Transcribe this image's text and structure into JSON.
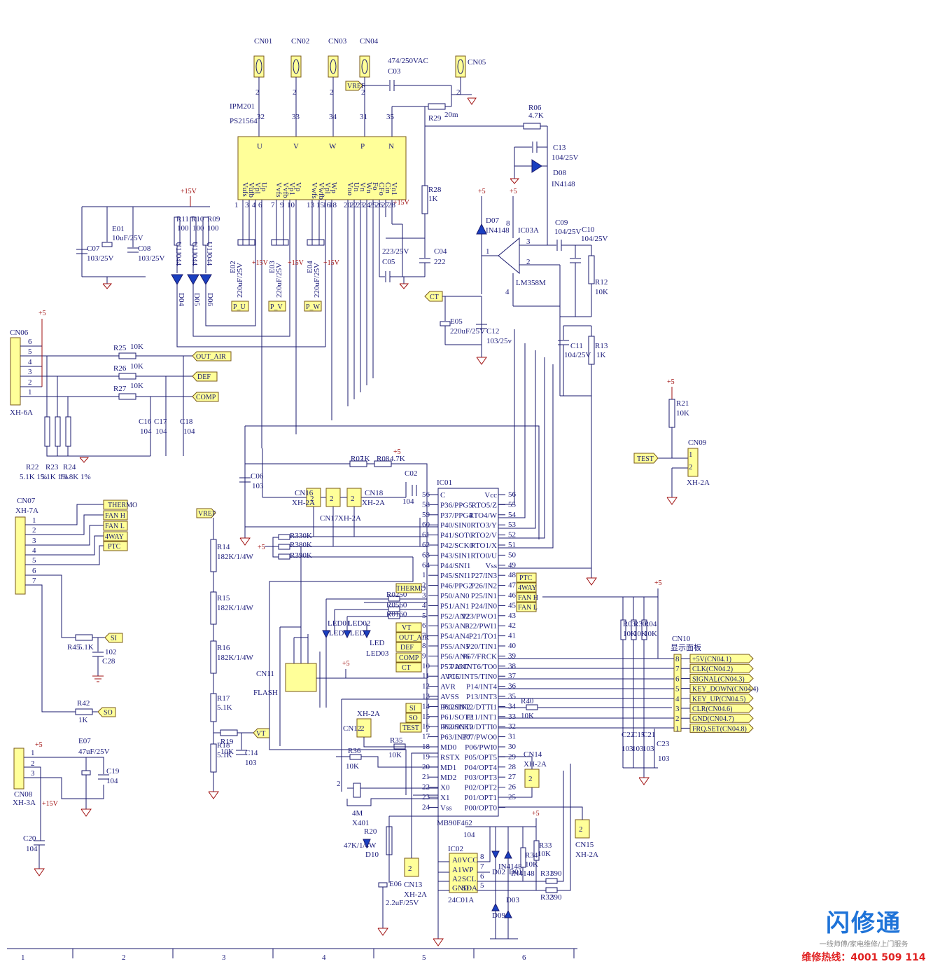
{
  "connectors_top": [
    "CN01",
    "CN02",
    "CN03",
    "CN04",
    "CN05"
  ],
  "cap_c03": {
    "ref": "C03",
    "value": "474/250VAC"
  },
  "ipm": {
    "ref": "IPM201",
    "part": "PS21564",
    "pins_top": [
      "U",
      "V",
      "W",
      "P",
      "N"
    ],
    "pin_numbers_top": [
      "32",
      "33",
      "34",
      "31",
      "35"
    ],
    "pins_bottom": [
      "Vufs",
      "Vufb",
      "Vpl",
      "Up",
      "Vvfs",
      "Vvfb",
      "Vp1",
      "Vp",
      "Vwfs",
      "Vwfb",
      "Vpl",
      "Wp",
      "Vno",
      "Un",
      "Vn",
      "Wn",
      "Fo",
      "CFo",
      "Cin",
      "Vn1"
    ],
    "pin_numbers_bottom": [
      "1",
      "3",
      "4",
      "6",
      "7",
      "9",
      "10",
      "13",
      "15",
      "16",
      "18",
      "20",
      "22",
      "23",
      "24",
      "25",
      "26",
      "27",
      "28",
      "29"
    ]
  },
  "labels": {
    "r29": "R29",
    "r29_val": "20m",
    "r06": "R06",
    "r06_val": "4.7K",
    "c13": "C13",
    "c13_val": "104/25V",
    "d08": "D08",
    "d08_val": "IN4148",
    "r28": "R28",
    "r28_val": "1K",
    "d07": "D07",
    "d07_val": "IN4148",
    "ic03a": "IC03A",
    "ic03a_part": "LM358M",
    "c09": "C09",
    "c09_val": "104/25V",
    "c10": "C10",
    "c10_val": "104/25V",
    "r12": "R12",
    "r12_val": "10K",
    "r13": "R13",
    "r13_val": "1K",
    "c11": "C11",
    "c11_val": "104/25V",
    "c12": "C12",
    "c12_val": "103/25v",
    "e05": "E05",
    "e05_val": "220uF/25V",
    "c04": "C04",
    "c04_val": "222",
    "c05": "C05",
    "c05_val": "223/25V",
    "e01": "E01",
    "e01_val": "10uF/25V",
    "c07": "C07",
    "c07_val": "103/25V",
    "c08": "C08",
    "c08_val": "103/25V",
    "r11": "R11",
    "r10": "R10",
    "r09": "R09",
    "r_val_100": "100",
    "u1j044": "U1J044",
    "d04": "D04",
    "d05": "D05",
    "d06": "D06",
    "e02": "E02",
    "e03": "E03",
    "e04": "E04",
    "e_val_220": "220uF/25V",
    "cn06": "CN06",
    "cn06_type": "XH-6A",
    "r25": "R25",
    "r26": "R26",
    "r27": "R27",
    "r_val_10k": "10K",
    "c16": "C16",
    "c17": "C17",
    "c18": "C18",
    "c_val_104": "104",
    "r22": "R22",
    "r23": "R23",
    "r24": "R24",
    "r22_val": "5.1K 1%",
    "r23_val": "5.1K 1%",
    "r24_val": "10.8K 1%",
    "cn07": "CN07",
    "cn07_type": "XH-7A",
    "r45": "R45",
    "r45_val": "5.1K",
    "c28": "C28",
    "c28_val": "102",
    "r42": "R42",
    "r42_val": "1K",
    "cn08": "CN08",
    "cn08_type": "XH-3A",
    "e07": "E07",
    "e07_val": "47uF/25V",
    "c19": "C19",
    "c19_val": "104",
    "c20": "C20",
    "c20_val": "104",
    "c06": "C06",
    "c06_val": "103",
    "r07": "R07",
    "r07_val": "1K",
    "r08": "R08",
    "r08_val": "4.7K",
    "c02": "C02",
    "c02_val": "104",
    "cn16": "CN16",
    "cn17": "CN17",
    "cn18": "CN18",
    "xh2a": "XH-2A",
    "r38": "R380K",
    "r39": "R390K",
    "r30": "R330K",
    "r14": "R14",
    "r14_val": "182K/1/4W",
    "r15": "R15",
    "r15_val": "182K/1/4W",
    "r16": "R16",
    "r16_val": "182K/1/4W",
    "r17": "R17",
    "r17_val": "5.1K",
    "r18": "R18",
    "r18_val": "5.1K",
    "r19": "R19",
    "r19_val": "10K",
    "c14": "C14",
    "c14_val": "103",
    "cn11": "CN11",
    "flash": "FLASH",
    "led01": "LED01",
    "led02": "LED02",
    "led03": "LED03",
    "led": "LED",
    "r02": "R0250",
    "r05": "R0560",
    "r01": "R0160",
    "cn12": "CN12",
    "cn13": "CN13",
    "cn14": "CN14",
    "cn15": "CN15",
    "r35": "R35",
    "r35_val": "10K",
    "r36": "R36",
    "r36_val": "10K",
    "x401": "X401",
    "x401_val": "4M",
    "r20": "R20",
    "r20_val": "47K/1/4W",
    "d10": "D10",
    "e06": "E06",
    "e06_val": "2.2uF/25V",
    "ic02": "IC02",
    "ic02_part": "24C01A",
    "ic02_pins": [
      "A0",
      "A1",
      "A2",
      "GND",
      "VCC",
      "WP",
      "SCL",
      "SDA"
    ],
    "d01": "D01",
    "d02": "D02",
    "d03": "D03",
    "d09": "D09",
    "d_val": "IN4148",
    "r33": "R33",
    "r34": "R34",
    "r31": "R31",
    "r32": "R32",
    "r33_val": "10K",
    "r34_val": "10K",
    "r31_val": "390",
    "r32_val": "390",
    "r40": "R40",
    "r40_val": "10K",
    "r21": "R21",
    "r21_val": "10K",
    "cn09": "CN09",
    "cn10": "CN10",
    "cn10_note": "显示面板",
    "r03": "R03",
    "r04": "R04",
    "r30b": "R30",
    "r_val_10k_small": "10K",
    "c15": "C15",
    "c21": "C21",
    "c22": "C22",
    "c23": "C23",
    "c_val_103": "103",
    "ic01": "IC01",
    "ic01_part": "MB90F462"
  },
  "flags": {
    "vref": "VREF",
    "out_air": "OUT_AIR",
    "def": "DEF",
    "comp": "COMP",
    "thermo": "THERMO",
    "fan_h": "FAN H",
    "fan_l": "FAN L",
    "fourway": "4WAY",
    "ptc": "PTC",
    "si": "SI",
    "so": "SO",
    "vt": "VT",
    "ct": "CT",
    "test": "TEST",
    "p_u": "P_U",
    "p_v": "P_V",
    "p_w": "P_W"
  },
  "power": {
    "p5": "+5",
    "p15": "+15V"
  },
  "mcu_left": [
    {
      "n": "56",
      "l": "C"
    },
    {
      "n": "58",
      "l": "P36/PPG5"
    },
    {
      "n": "59",
      "l": "P37/PPG4"
    },
    {
      "n": "60",
      "l": "P40/SIN0"
    },
    {
      "n": "61",
      "l": "P41/SOT0"
    },
    {
      "n": "62",
      "l": "P42/SCK0"
    },
    {
      "n": "63",
      "l": "P43/SIN1"
    },
    {
      "n": "64",
      "l": "P44/SNI1"
    },
    {
      "n": "1",
      "l": "P45/SNI1"
    },
    {
      "n": "2",
      "l": "P46/PPG2"
    },
    {
      "n": "3",
      "l": "P50/AN0"
    },
    {
      "n": "4",
      "l": "P51/AN1"
    },
    {
      "n": "5",
      "l": "P52/AN2"
    },
    {
      "n": "6",
      "l": "P53/AN3"
    },
    {
      "n": "7",
      "l": "P54/AN4"
    },
    {
      "n": "8",
      "l": "P55/AN5"
    },
    {
      "n": "9",
      "l": "P56/AN6"
    },
    {
      "n": "10",
      "l": "P57/AN7"
    },
    {
      "n": "11",
      "l": "AVCC"
    },
    {
      "n": "12",
      "l": "AVR"
    },
    {
      "n": "13",
      "l": "AVSS"
    },
    {
      "n": "14",
      "l": "P60/SIN2"
    },
    {
      "n": "15",
      "l": "P61/SOT2"
    },
    {
      "n": "16",
      "l": "P62/SCK2"
    },
    {
      "n": "17",
      "l": "P63/INT7"
    },
    {
      "n": "18",
      "l": "MD0"
    },
    {
      "n": "19",
      "l": "RSTX"
    },
    {
      "n": "20",
      "l": "MD1"
    },
    {
      "n": "21",
      "l": "MD2"
    },
    {
      "n": "22",
      "l": "X0"
    },
    {
      "n": "23",
      "l": "X1"
    },
    {
      "n": "24",
      "l": "Vss"
    }
  ],
  "mcu_right": [
    {
      "n": "56",
      "l": "Vcc"
    },
    {
      "n": "55",
      "l": "RTO5/Z"
    },
    {
      "n": "54",
      "l": "RTO4/W"
    },
    {
      "n": "53",
      "l": "RTO3/Y"
    },
    {
      "n": "52",
      "l": "RTO2/V"
    },
    {
      "n": "51",
      "l": "RTO1/X"
    },
    {
      "n": "50",
      "l": "RTO0/U"
    },
    {
      "n": "49",
      "l": "Vss"
    },
    {
      "n": "48",
      "l": "P27/IN3"
    },
    {
      "n": "47",
      "l": "P26/IN2"
    },
    {
      "n": "46",
      "l": "P25/IN1"
    },
    {
      "n": "45",
      "l": "P24/IN0"
    },
    {
      "n": "43",
      "l": "P23/PWO1"
    },
    {
      "n": "42",
      "l": "P22/PWI1"
    },
    {
      "n": "41",
      "l": "P21/TO1"
    },
    {
      "n": "40",
      "l": "P20/TIN1"
    },
    {
      "n": "39",
      "l": "P67/FRCK"
    },
    {
      "n": "38",
      "l": "P16/INT6/TO0"
    },
    {
      "n": "37",
      "l": "P15/INT5/TIN0"
    },
    {
      "n": "36",
      "l": "P14/INT4"
    },
    {
      "n": "35",
      "l": "P13/INT3"
    },
    {
      "n": "34",
      "l": "P12/INT2/DTTI1"
    },
    {
      "n": "33",
      "l": "P11/INT1"
    },
    {
      "n": "32",
      "l": "P10/INT0/DTTI0"
    },
    {
      "n": "31",
      "l": "P07/PWO0"
    },
    {
      "n": "30",
      "l": "P06/PWI0"
    },
    {
      "n": "29",
      "l": "P05/OPT5"
    },
    {
      "n": "28",
      "l": "P04/OPT4"
    },
    {
      "n": "27",
      "l": "P03/OPT3"
    },
    {
      "n": "26",
      "l": "P02/OPT2"
    },
    {
      "n": "25",
      "l": "P01/OPT1"
    },
    {
      "n": "",
      "l": "P00/OPT0"
    }
  ],
  "mcu_right_flags": [
    "PTC",
    "4WAY",
    "FAN H",
    "FAN L"
  ],
  "mcu_left_flags": [
    "VT",
    "OUT_AIR",
    "DEF",
    "COMP",
    "CT"
  ],
  "cn10_pins": [
    {
      "n": "8",
      "sig": "+5V(CN04.1)"
    },
    {
      "n": "7",
      "sig": "CLK(CN04.2)"
    },
    {
      "n": "6",
      "sig": "SIGNAL(CN04.3)"
    },
    {
      "n": "5",
      "sig": "KEY_DOWN(CN04.4)"
    },
    {
      "n": "4",
      "sig": "KEY_UP(CN04.5)"
    },
    {
      "n": "3",
      "sig": "CLR(CN04.6)"
    },
    {
      "n": "2",
      "sig": "GND(CN04.7)"
    },
    {
      "n": "1",
      "sig": "FRQ.SET(CN04.8)"
    }
  ],
  "cn06_pins": [
    "6",
    "5",
    "4",
    "3",
    "2",
    "1"
  ],
  "cn07_pins": [
    "1",
    "2",
    "3",
    "4",
    "5",
    "6",
    "7"
  ],
  "cn08_pins": [
    "1",
    "2",
    "3"
  ],
  "frame_numbers": [
    "1",
    "2",
    "3",
    "4",
    "5",
    "6"
  ],
  "brand": {
    "name": "闪修通",
    "slogan": "一线师傅/家电维修/上门服务",
    "hotline": "维修热线：4001 509 114"
  }
}
